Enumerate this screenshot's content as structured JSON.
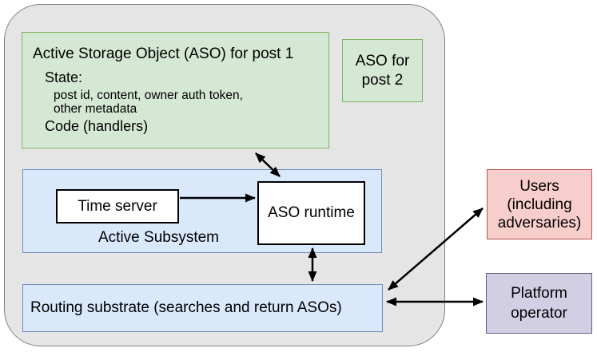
{
  "colors": {
    "gray_fill": "#e5e5e5",
    "gray_border": "#7f7f7f",
    "green_fill": "#d5e8d4",
    "green_border": "#82b366",
    "blue_fill": "#dae8fc",
    "blue_border": "#6c8ebf",
    "red_fill": "#f8cecc",
    "red_border": "#b85450",
    "purple_fill": "#d2cfe4",
    "purple_border": "#615d87",
    "arrow": "#000000"
  },
  "aso1": {
    "title": "Active Storage Object (ASO) for post 1",
    "state_label": "State:",
    "state_details": [
      "post id, content, owner auth token,",
      "other metadata"
    ],
    "code_label": "Code (handlers)"
  },
  "aso2": {
    "lines": [
      "ASO for",
      "post 2"
    ]
  },
  "active_subsystem": {
    "label": "Active Subsystem",
    "time_server_label": "Time server",
    "aso_runtime_label": "ASO runtime"
  },
  "routing_substrate": {
    "label": "Routing substrate (searches and return ASOs)"
  },
  "users": {
    "lines": [
      "Users",
      "(including",
      "adversaries)"
    ]
  },
  "platform_operator": {
    "lines": [
      "Platform",
      "operator"
    ]
  },
  "connections": [
    {
      "from": "Active Storage Object (ASO) for post 1",
      "to": "ASO runtime",
      "type": "bidirectional"
    },
    {
      "from": "Time server",
      "to": "ASO runtime",
      "type": "unidirectional"
    },
    {
      "from": "ASO runtime",
      "to": "Routing substrate",
      "type": "bidirectional"
    },
    {
      "from": "Routing substrate",
      "to": "Users (including adversaries)",
      "type": "bidirectional"
    },
    {
      "from": "Routing substrate",
      "to": "Platform operator",
      "type": "bidirectional"
    }
  ]
}
